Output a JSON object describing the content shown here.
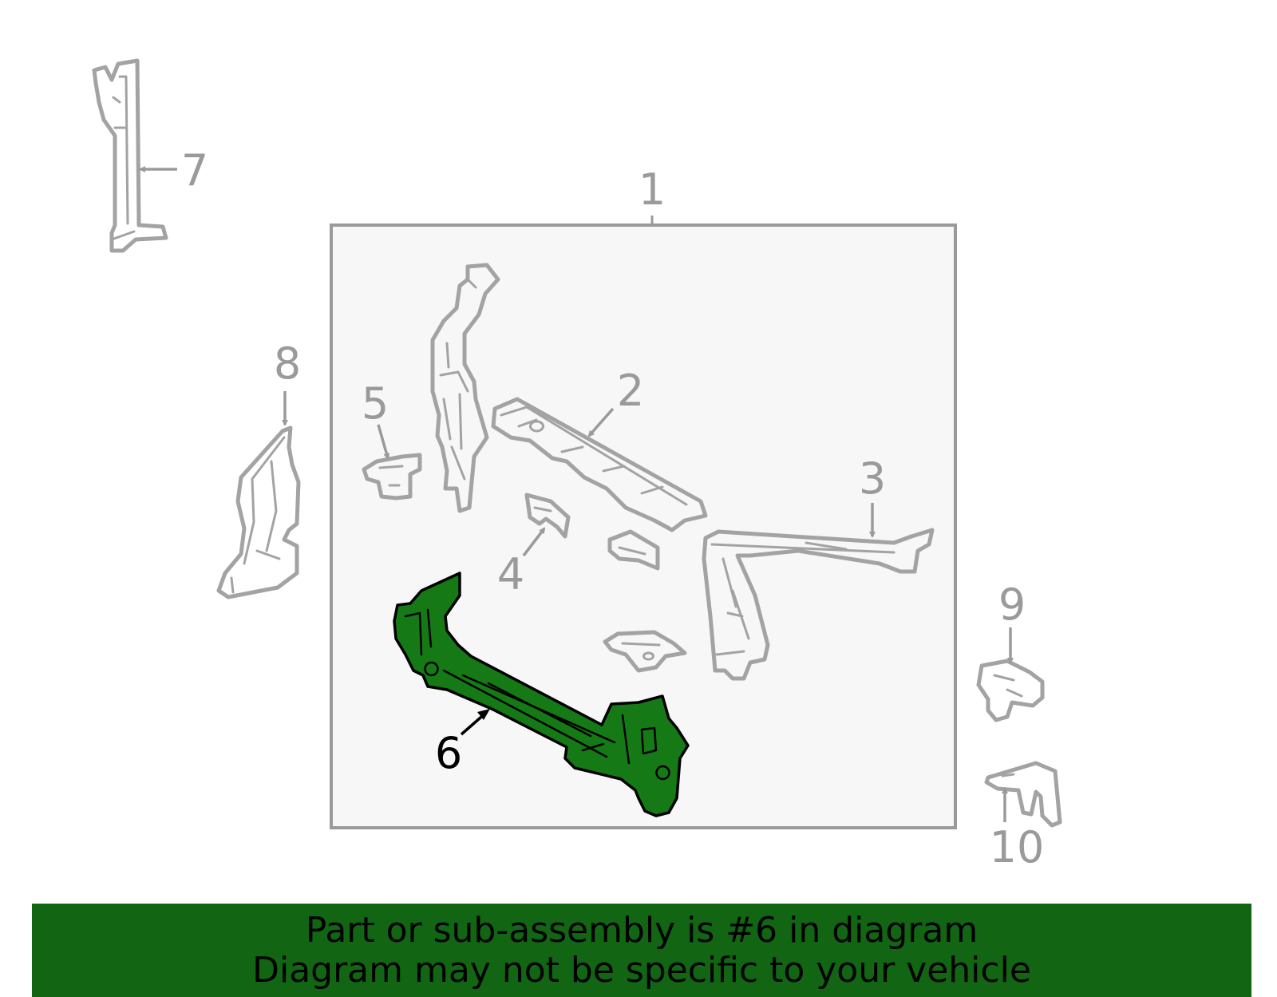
{
  "diagram": {
    "callouts": [
      "1",
      "2",
      "3",
      "4",
      "5",
      "6",
      "7",
      "8",
      "9",
      "10"
    ],
    "highlighted_callout": "6",
    "highlight_color": "#157a15",
    "line_color": "#a3a3a3",
    "assembly_box_fill": "#f7f7f7"
  },
  "banner": {
    "line1": "Part or sub-assembly is #6 in diagram",
    "line2": "Diagram may not be specific to your vehicle",
    "background": "#126512"
  }
}
